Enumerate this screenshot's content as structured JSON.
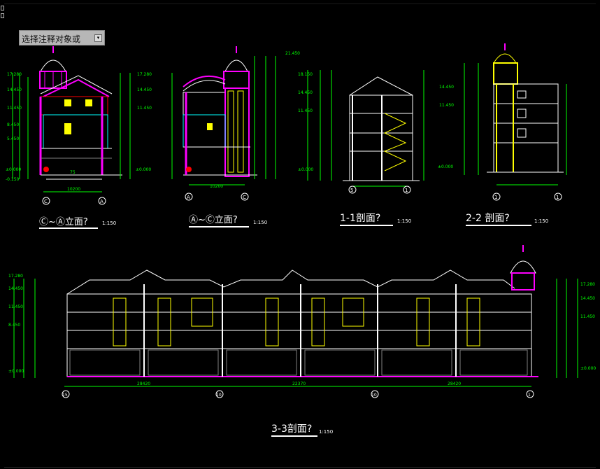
{
  "prompt": {
    "text": "选择注释对象或",
    "dropdown_glyph": "▾"
  },
  "titles": {
    "elev_c_a": {
      "text": "Ⓒ~Ⓐ立面?",
      "scale": "1:150"
    },
    "elev_a_c": {
      "text": "Ⓐ~Ⓒ立面?",
      "scale": "1:150"
    },
    "section_11": {
      "text": "1-1剖面?",
      "scale": "1:150"
    },
    "section_22": {
      "text": "2-2 剖面?",
      "scale": "1:150"
    },
    "section_33": {
      "text": "3-3剖面?",
      "scale": "1:150"
    }
  },
  "axis_labels": {
    "c": "C",
    "a": "A",
    "a2": "A",
    "c2": "C",
    "b5": "5",
    "r": "1",
    "s": "1",
    "m1": "10",
    "m2": "10",
    "n1": "15",
    "n2": "1"
  },
  "levels": {
    "l1": "17.280",
    "l2": "14.450",
    "l3": "11.450",
    "l4": "8.450",
    "l5": "5.450",
    "l6": "±0.000",
    "l7": "-0.150",
    "l8": "21.450",
    "l9": "18.150"
  },
  "dims": {
    "d1": "10200",
    "d2": "10200",
    "d3": "28420",
    "d4": "22370",
    "d5": "28420",
    "d6": "75"
  },
  "colors": {
    "bg": "#000000",
    "green": "#00ff00",
    "white": "#ffffff",
    "yellow": "#ffff00",
    "magenta": "#ff00ff",
    "cyan": "#00ffff",
    "red": "#ff0000",
    "gray": "#808080"
  }
}
